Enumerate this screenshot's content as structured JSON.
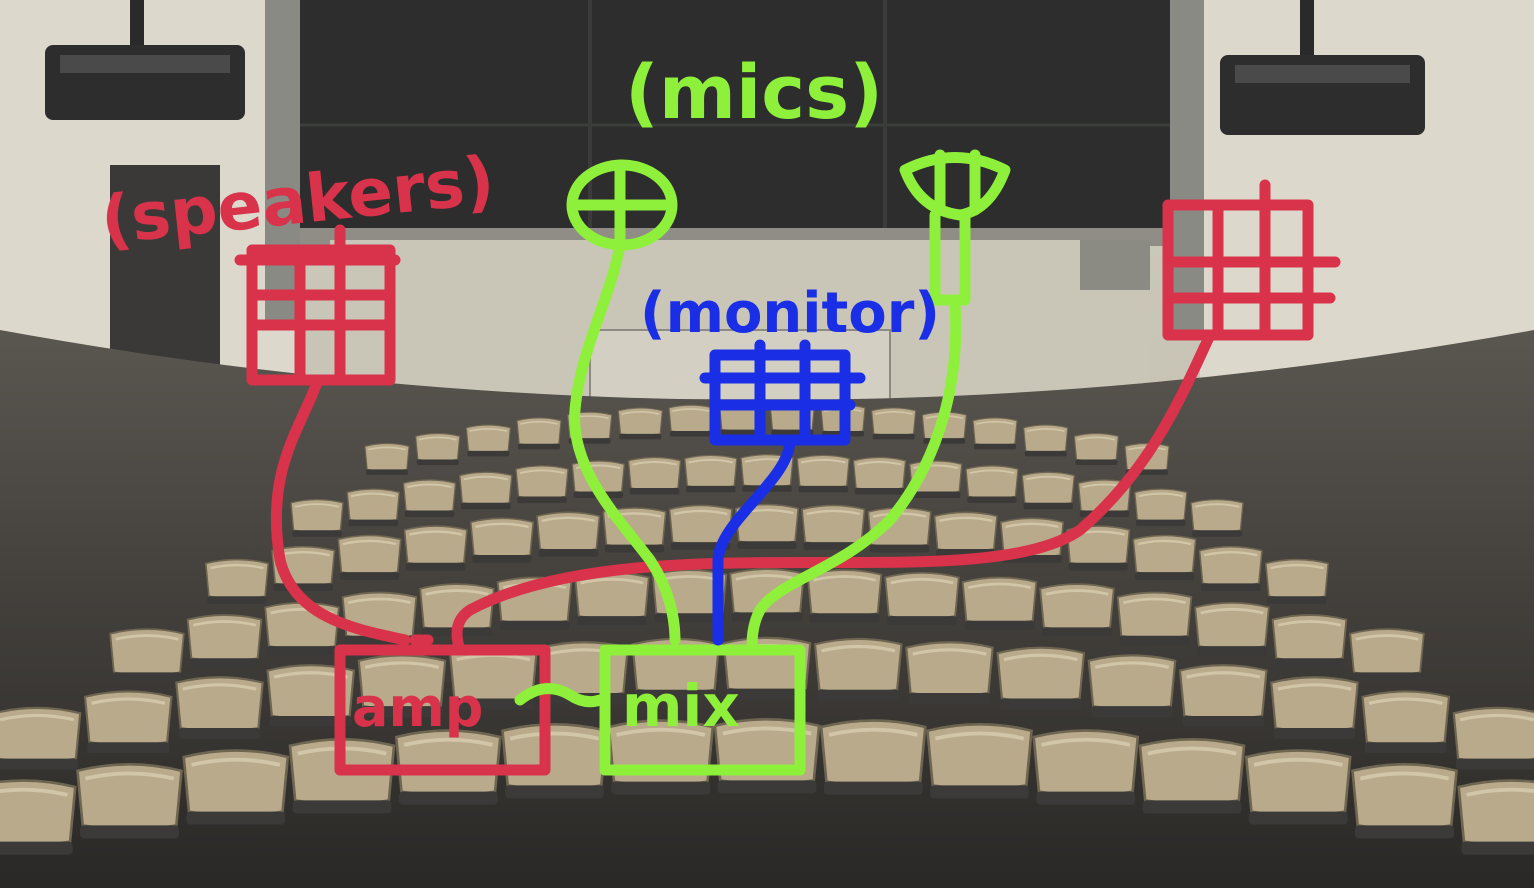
{
  "annotations": {
    "speakers_label": "(speakers)",
    "mics_label": "(mics)",
    "monitor_label": "(monitor)",
    "amp_label": "amp",
    "mix_label": "mix"
  },
  "colors": {
    "speaker_red": "#d8334a",
    "mic_green": "#8ef03a",
    "monitor_blue": "#1a2ee6",
    "seat_tan": "#b9ab8c",
    "chalkboard": "#2b2c2b",
    "wall": "#d8d6c9"
  }
}
